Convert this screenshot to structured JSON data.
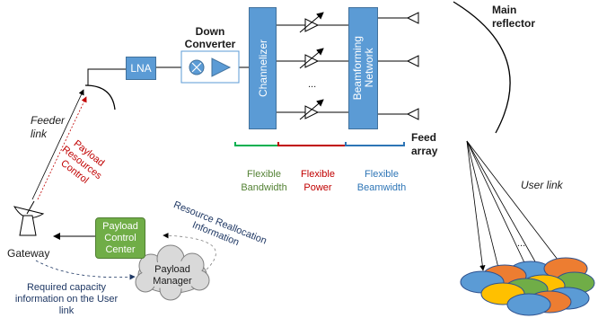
{
  "labels": {
    "lna": "LNA",
    "down_converter_line1": "Down",
    "down_converter_line2": "Converter",
    "channelizer": "Channelizer",
    "beamforming_line1": "Beamforming",
    "beamforming_line2": "Network",
    "main_reflector_line1": "Main",
    "main_reflector_line2": "reflector",
    "feed_array_line1": "Feed",
    "feed_array_line2": "array",
    "feeder_link_line1": "Feeder",
    "feeder_link_line2": "link",
    "payload_resources_line1": "Payload",
    "payload_resources_line2": "Resources",
    "payload_resources_line3": "Control",
    "flexible_bandwidth_line1": "Flexible",
    "flexible_bandwidth_line2": "Bandwidth",
    "flexible_power_line1": "Flexible",
    "flexible_power_line2": "Power",
    "flexible_beamwidth_line1": "Flexible",
    "flexible_beamwidth_line2": "Beamwidth",
    "user_link": "User link",
    "gateway": "Gateway",
    "pcc_line1": "Payload",
    "pcc_line2": "Control",
    "pcc_line3": "Center",
    "payload_manager_line1": "Payload",
    "payload_manager_line2": "Manager",
    "resource_realloc_line1": "Resource Reallocation",
    "resource_realloc_line2": "Information",
    "required_capacity_line1": "Required capacity",
    "required_capacity_line2": "information on the User",
    "required_capacity_line3": "link",
    "ellipsis": "..."
  },
  "colors": {
    "box_blue": "#5b9bd5",
    "box_blue_border": "#41719c",
    "box_green": "#70ad47",
    "green_text": "#548235",
    "red_text": "#c00000",
    "blue_text": "#2e75b6",
    "dark_navy": "#1f3864",
    "cloud_fill": "#d9d9d9",
    "beam_orange": "#ed7d31",
    "beam_yellow": "#ffc000",
    "beam_green": "#70ad47",
    "beam_blue": "#5b9bd5"
  }
}
